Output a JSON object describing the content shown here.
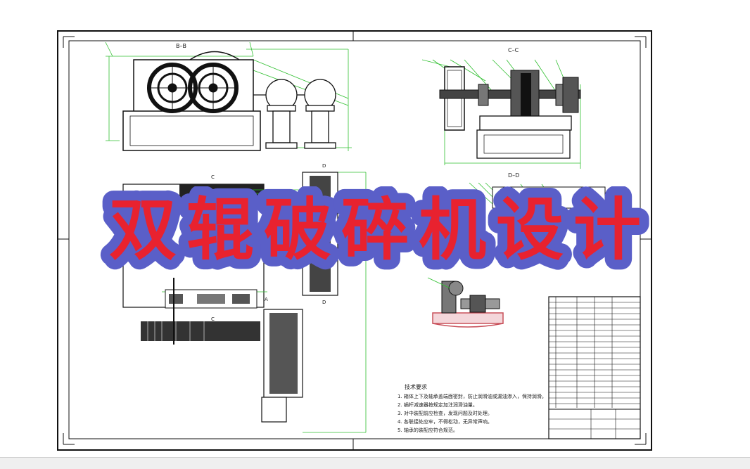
{
  "drawing": {
    "section_labels": [
      "B–B",
      "C–C",
      "D–D"
    ],
    "markers": [
      "C",
      "C",
      "D",
      "D",
      "A"
    ],
    "tech_requirements": {
      "heading": "技术要求",
      "items": [
        "1. 箱体上下及轴承盖端面密封，防止润滑油或漏油渗入，保持润滑。",
        "2. 蜗杆减速器按规定加注润滑油量。",
        "3. 对中装配前应检查，发现问题及时处理。",
        "4. 各联接处应牢，不得松动，无异常声响。",
        "5. 轴承的装配应符合规范。"
      ]
    }
  },
  "overlay": {
    "title": "双辊破碎机设计",
    "colors": {
      "fill": "#e8222f",
      "outline": "#5a5fc8"
    }
  },
  "colors": {
    "frame": "#111111",
    "dimension": "#2fbf2f",
    "part": "#111111",
    "mount_pink": "#c8505a"
  }
}
